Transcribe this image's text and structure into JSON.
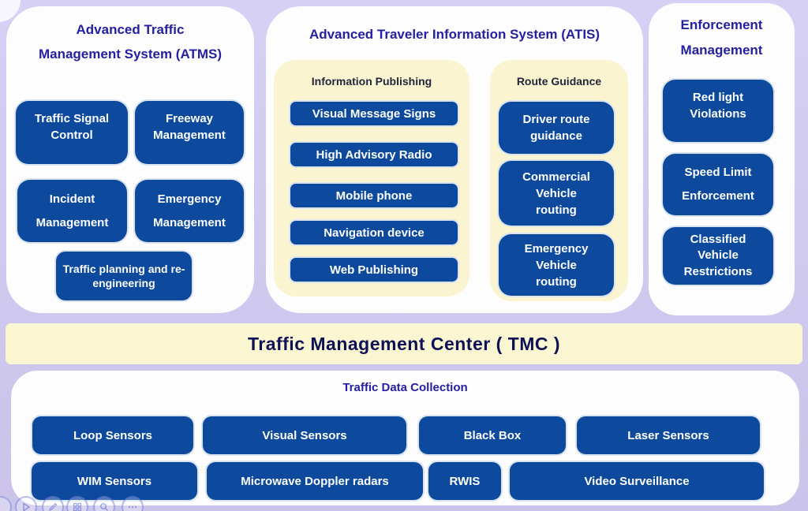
{
  "colors": {
    "background_lavender": "#cfc9ee",
    "panel_white": "#fdfdfe",
    "box_blue": "#0d4a9e",
    "pale_yellow": "#faf5d0",
    "title_indigo": "#2520a0",
    "tmc_navy": "#0e1156",
    "subtitle_dark": "#24243c",
    "box_text": "#ffffff"
  },
  "atms": {
    "title_line1": "Advanced Traffic",
    "title_line2": "Management System (ATMS)",
    "boxes": [
      "Traffic Signal Control",
      "Freeway Management",
      "Incident Management",
      "Emergency Management",
      "Traffic planning and re-engineering"
    ]
  },
  "atis": {
    "title": "Advanced Traveler Information System (ATIS)",
    "information_publishing": {
      "title": "Information Publishing",
      "boxes": [
        "Visual Message Signs",
        "High Advisory Radio",
        "Mobile phone",
        "Navigation device",
        "Web Publishing"
      ]
    },
    "route_guidance": {
      "title": "Route Guidance",
      "boxes": [
        "Driver route guidance",
        "Commercial Vehicle routing",
        "Emergency Vehicle routing"
      ]
    }
  },
  "enforcement": {
    "title_line1": "Enforcement",
    "title_line2": "Management",
    "boxes": [
      "Red light Violations",
      "Speed Limit Enforcement",
      "Classified Vehicle Restrictions"
    ]
  },
  "tmc": {
    "title": "Traffic Management Center ( TMC )"
  },
  "traffic_data_collection": {
    "title": "Traffic Data Collection",
    "row1": [
      "Loop Sensors",
      "Visual Sensors",
      "Black Box",
      "Laser Sensors"
    ],
    "row2": [
      "WIM Sensors",
      "Microwave Doppler radars",
      "RWIS",
      "Video Surveillance"
    ]
  },
  "overlay_toolbar": {
    "icons": [
      "blank",
      "play",
      "pencil",
      "grid",
      "search",
      "more"
    ]
  }
}
